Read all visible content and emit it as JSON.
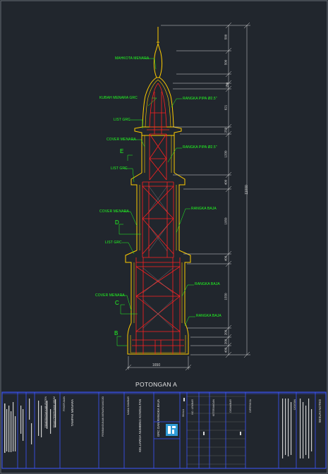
{
  "drawing": {
    "caption": "POTONGAN A",
    "labels": {
      "mahkota": "MAHKOTA MENARA",
      "kubah": "KUBAH MENARA GRC",
      "list_grc_1": "LIST GRC",
      "cover_1": "COVER MENARA",
      "list_grc_2": "LIST GRC",
      "cover_2": "COVER MENARA",
      "list_grc_3": "LIST GRC",
      "cover_3": "COVER MENARA",
      "rangka_pipa_1": "RANGKA PIPA Ø2.5\"",
      "rangka_pipa_2": "RANGKA PIPA Ø2.5\"",
      "rangka_baja_1": "RANGKA BAJA",
      "rangka_baja_2": "RANGKA BAJA",
      "rangka_baja_3": "RANGKA BAJA"
    },
    "section_letters": {
      "e": "E",
      "d": "D",
      "c": "C",
      "b": "B"
    },
    "dims": [
      "500",
      "500",
      "100",
      "621",
      "250",
      "1330",
      "400",
      "1950",
      "400",
      "1550",
      "200",
      "200",
      "400"
    ],
    "total_height": "11000",
    "base_width": "1650"
  },
  "title_block": {
    "col1": "PEMERINTAH KABUPATEN",
    "col2": "DINAS PEKERJAAN UMUM",
    "col3": "PEKERJAAN",
    "col4": "TAMPAK MENARA",
    "col5": "PEMBANGUNAN MENARA MASJID",
    "col6": "NAMA GAMBAR",
    "col7": "KELUARGA NUMBING KONSULTAN",
    "col8": "GRC DAN RANGKA BAJA",
    "col9": "SKALA",
    "col10": "NO. LEMBAR",
    "col11": "KETERANGAN",
    "col12": "DIGAMBAR",
    "col13": "DIPERIKSA",
    "col14": "CATATAN",
    "col15": "SESUAI NOTED"
  },
  "colors": {
    "background": "#21262d",
    "outline": "#ffcc00",
    "frame": "#ff2020",
    "label": "#22ff22",
    "dimension": "#e6e6e6",
    "title_block": "#3b55ff"
  }
}
